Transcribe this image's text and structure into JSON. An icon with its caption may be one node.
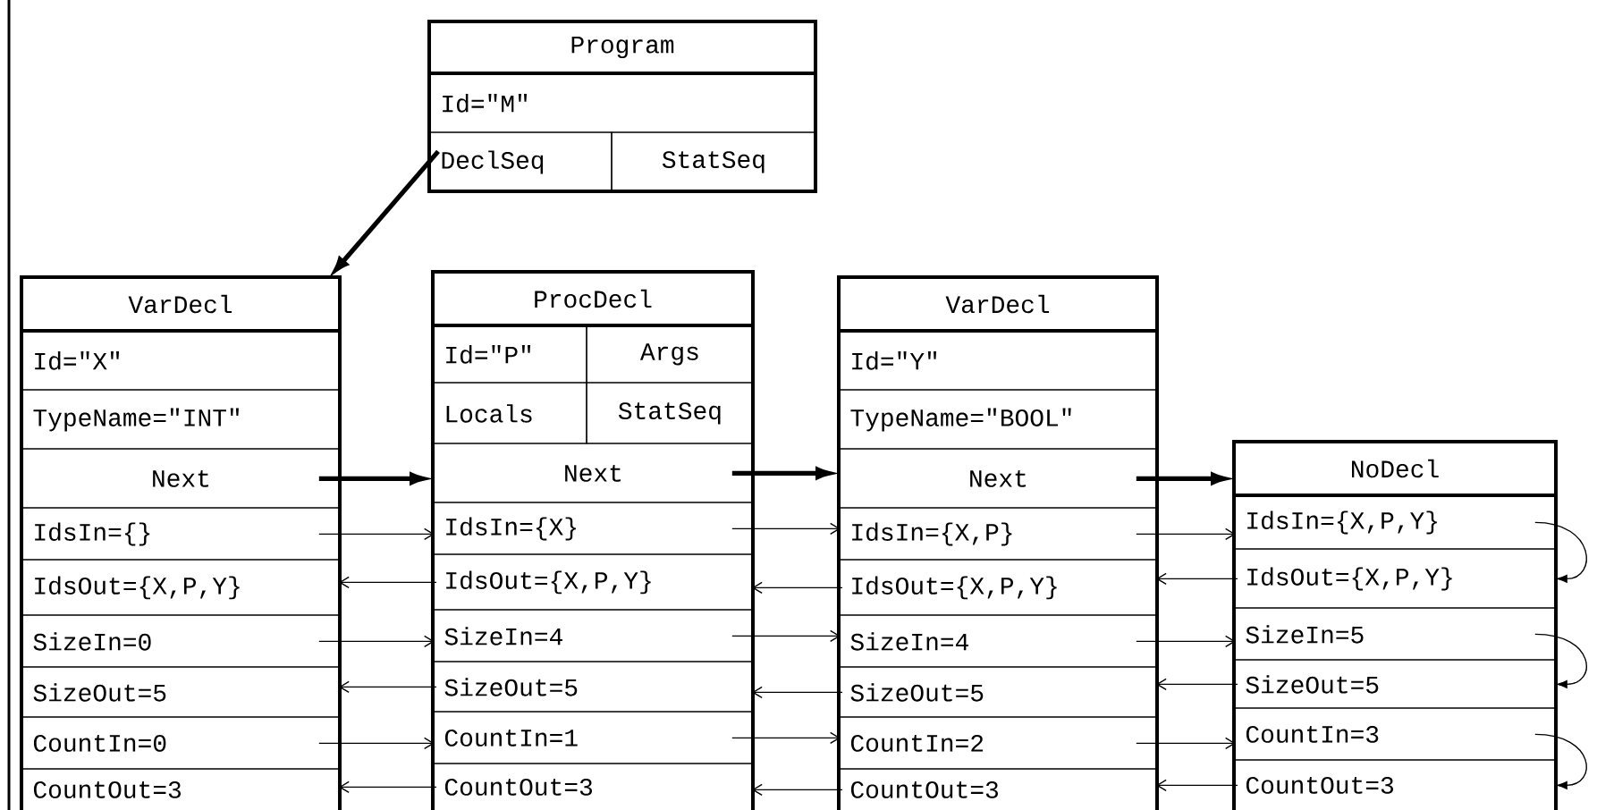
{
  "diagram": {
    "nodes": [
      {
        "text": [
          "Program"
        ]
      },
      {
        "text": [
          "Id=\"M\""
        ],
        "in": 0
      },
      {
        "text": [
          "DeclSeq"
        ],
        "in": 0
      },
      {
        "text": [
          "StatSeq"
        ],
        "in": 0
      },
      {
        "text": [
          "VarDecl"
        ]
      },
      {
        "text": [
          "Id=\"X\""
        ],
        "in": 4
      },
      {
        "text": [
          "TypeName=\"INT\""
        ],
        "in": 4
      },
      {
        "text": [
          "Next"
        ],
        "in": 4
      },
      {
        "text": [
          "IdsIn={}"
        ],
        "in": 4
      },
      {
        "text": [
          "IdsOut={X,P,Y}"
        ],
        "in": 4
      },
      {
        "text": [
          "SizeIn=0"
        ],
        "in": 4
      },
      {
        "text": [
          "SizeOut=5"
        ],
        "in": 4
      },
      {
        "text": [
          "CountIn=0"
        ],
        "in": 4
      },
      {
        "text": [
          "CountOut=3"
        ],
        "in": 4
      },
      {
        "text": [
          "ProcDecl"
        ]
      },
      {
        "text": [
          "Id=\"P\""
        ],
        "in": 14
      },
      {
        "text": [
          "Args"
        ],
        "in": 14
      },
      {
        "text": [
          "Locals"
        ],
        "in": 14
      },
      {
        "text": [
          "StatSeq"
        ],
        "in": 14
      },
      {
        "text": [
          "Next"
        ],
        "in": 14
      },
      {
        "text": [
          "IdsIn={X}"
        ],
        "in": 14
      },
      {
        "text": [
          "IdsOut={X,P,Y}"
        ],
        "in": 14
      },
      {
        "text": [
          "SizeIn=4"
        ],
        "in": 14
      },
      {
        "text": [
          "SizeOut=5"
        ],
        "in": 14
      },
      {
        "text": [
          "CountIn=1"
        ],
        "in": 14
      },
      {
        "text": [
          "CountOut=3"
        ],
        "in": 14
      },
      {
        "text": [
          "VarDecl"
        ]
      },
      {
        "text": [
          "Id=\"Y\""
        ],
        "in": 26
      },
      {
        "text": [
          "TypeName=\"BOOL\""
        ],
        "in": 26
      },
      {
        "text": [
          "Next"
        ],
        "in": 26
      },
      {
        "text": [
          "IdsIn={X,P}"
        ],
        "in": 26
      },
      {
        "text": [
          "IdsOut={X,P,Y}"
        ],
        "in": 26
      },
      {
        "text": [
          "SizeIn=4"
        ],
        "in": 26
      },
      {
        "text": [
          "SizeOut=5"
        ],
        "in": 26
      },
      {
        "text": [
          "CountIn=2"
        ],
        "in": 26
      },
      {
        "text": [
          "CountOut=3"
        ],
        "in": 26
      },
      {
        "text": [
          "NoDecl"
        ]
      },
      {
        "text": [
          "IdsIn={X,P,Y}"
        ],
        "in": 36
      },
      {
        "text": [
          "IdsOut={X,P,Y}"
        ],
        "in": 36
      },
      {
        "text": [
          "SizeIn=5"
        ],
        "in": 36
      },
      {
        "text": [
          "SizeOut=5"
        ],
        "in": 36
      },
      {
        "text": [
          "CountIn=3"
        ],
        "in": 36
      },
      {
        "text": [
          "CountOut=3"
        ],
        "in": 36
      }
    ],
    "edges": [
      {
        "from": 2,
        "to": 4,
        "arrow": "to",
        "style": "thick"
      },
      {
        "from": 7,
        "to": 14,
        "arrow": "to",
        "style": "thick"
      },
      {
        "from": 19,
        "to": 26,
        "arrow": "to",
        "style": "thick"
      },
      {
        "from": 29,
        "to": 36,
        "arrow": "to",
        "style": "thick"
      },
      {
        "from": 8,
        "to": 20,
        "arrow": "to"
      },
      {
        "from": 21,
        "to": 9,
        "arrow": "to"
      },
      {
        "from": 10,
        "to": 22,
        "arrow": "to"
      },
      {
        "from": 23,
        "to": 11,
        "arrow": "to"
      },
      {
        "from": 12,
        "to": 24,
        "arrow": "to"
      },
      {
        "from": 25,
        "to": 13,
        "arrow": "to"
      },
      {
        "from": 20,
        "to": 30,
        "arrow": "to"
      },
      {
        "from": 31,
        "to": 21,
        "arrow": "to"
      },
      {
        "from": 22,
        "to": 32,
        "arrow": "to"
      },
      {
        "from": 33,
        "to": 23,
        "arrow": "to"
      },
      {
        "from": 24,
        "to": 34,
        "arrow": "to"
      },
      {
        "from": 35,
        "to": 25,
        "arrow": "to"
      },
      {
        "from": 30,
        "to": 37,
        "arrow": "to"
      },
      {
        "from": 38,
        "to": 31,
        "arrow": "to"
      },
      {
        "from": 32,
        "to": 39,
        "arrow": "to"
      },
      {
        "from": 40,
        "to": 33,
        "arrow": "to"
      },
      {
        "from": 34,
        "to": 41,
        "arrow": "to"
      },
      {
        "from": 42,
        "to": 35,
        "arrow": "to"
      },
      {
        "from": 37,
        "to": 38,
        "arrow": "to"
      },
      {
        "from": 39,
        "to": 40,
        "arrow": "to"
      },
      {
        "from": 41,
        "to": 42,
        "arrow": "to"
      }
    ]
  }
}
